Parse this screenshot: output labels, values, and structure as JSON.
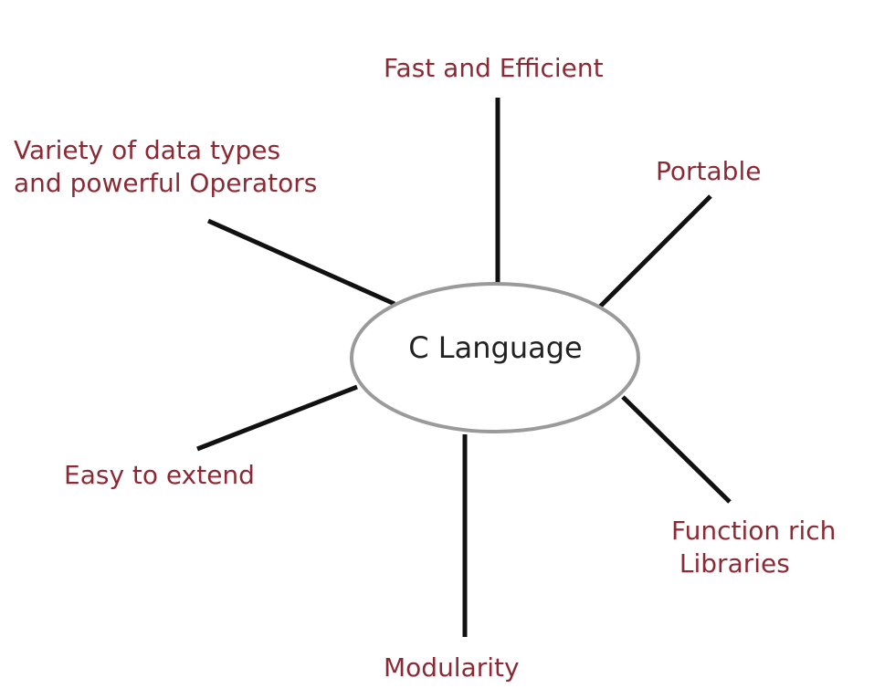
{
  "colors": {
    "label_text": "#8b2a34",
    "center_text": "#222222",
    "line": "#111111",
    "ellipse_stroke": "#9a9a9a",
    "ellipse_fill": "#ffffff"
  },
  "center": {
    "label": "C Language"
  },
  "features": [
    {
      "id": "fast",
      "lines": [
        "Fast and Efficient"
      ]
    },
    {
      "id": "variety",
      "lines": [
        "Variety of data types",
        "and powerful Operators"
      ]
    },
    {
      "id": "portable",
      "lines": [
        "Portable"
      ]
    },
    {
      "id": "easy",
      "lines": [
        "Easy to extend"
      ]
    },
    {
      "id": "function",
      "lines": [
        "Function rich",
        " Libraries"
      ]
    },
    {
      "id": "modularity",
      "lines": [
        "Modularity"
      ]
    }
  ]
}
